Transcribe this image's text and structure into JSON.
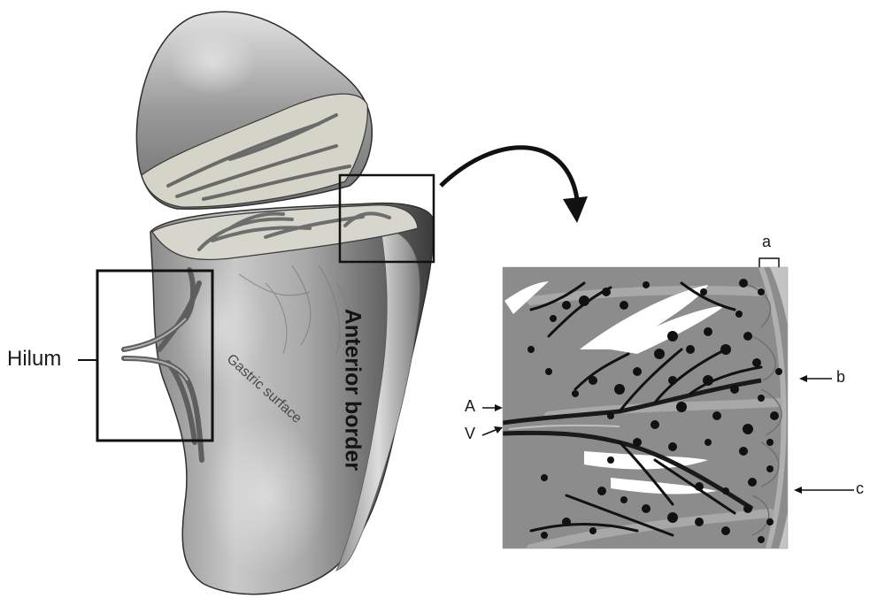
{
  "labels": {
    "hilum": "Hilum",
    "gastric_surface": "Gastric surface",
    "anterior_border": "Anterior border",
    "a_upper": "a",
    "b": "b",
    "c": "c",
    "A": "A",
    "V": "V"
  },
  "colors": {
    "spleen_light": "#d8d8d8",
    "spleen_mid": "#9a9a9a",
    "spleen_dark": "#4a4a4a",
    "cut_surface": "#d9d9cf",
    "vessel": "#6a6a6a",
    "inset_bg": "#8c8c8c",
    "capsule": "#c4c4c4",
    "white_pulp": "#101010",
    "sinus": "#ffffff"
  }
}
